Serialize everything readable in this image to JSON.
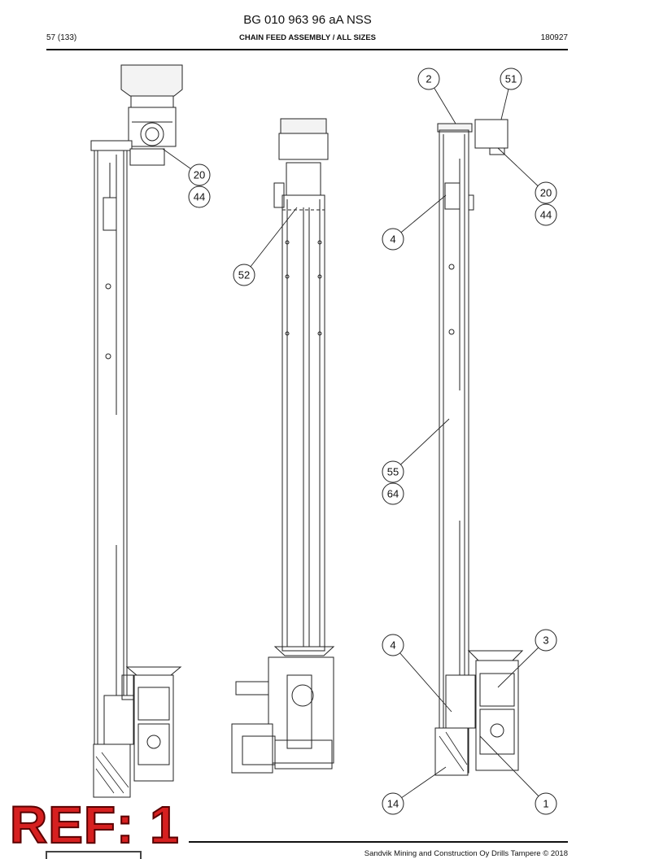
{
  "header": {
    "doc_code": "BG 010 963 96 aA NSS",
    "page_number": "57 (133)",
    "title": "CHAIN FEED ASSEMBLY / ALL SIZES",
    "date": "180927"
  },
  "footer": {
    "copyright": "Sandvik Mining and Construction Oy Drills Tampere © 2018"
  },
  "stamp": {
    "ref_label": "REF: 1"
  },
  "callouts": {
    "left": [
      "20",
      "44"
    ],
    "middle": [
      "52"
    ],
    "right_top": [
      "2",
      "51"
    ],
    "right_upper": [
      "20",
      "44",
      "4"
    ],
    "right_mid": [
      "55",
      "64"
    ],
    "right_lower": [
      "3",
      "4",
      "14",
      "1"
    ]
  }
}
